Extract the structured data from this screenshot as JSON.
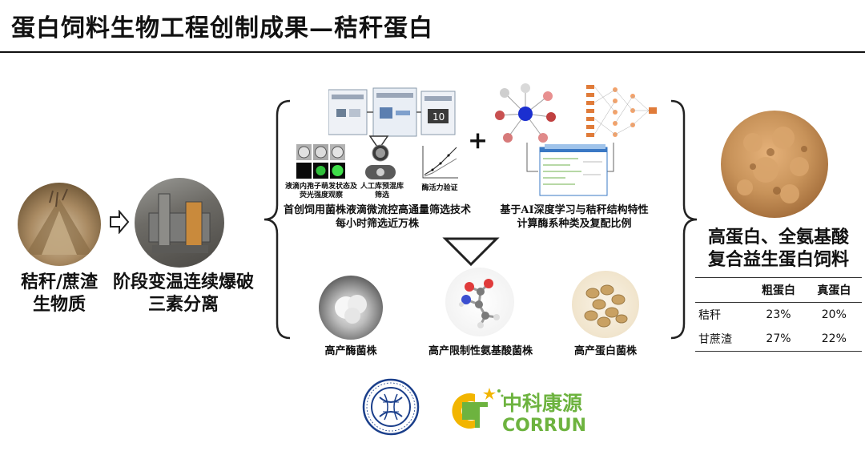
{
  "title": "蛋白饲料生物工程创制成果—秸秆蛋白",
  "left": {
    "source_label_line1": "秸秆/蔗渣",
    "source_label_line2": "生物质",
    "process_label_line1": "阶段变温连续爆破",
    "process_label_line2": "三素分离"
  },
  "screening": {
    "images": [
      {
        "caption_line1": "液滴内孢子萌发状态及",
        "caption_line2": "荧光强度观察"
      },
      {
        "caption_line1": "人工库预混库",
        "caption_line2": "筛选"
      },
      {
        "caption_line1": "酶活力验证",
        "caption_line2": ""
      }
    ],
    "desc_line1": "首创饲用菌株液滴微流控高通量筛选技术",
    "desc_line2": "每小时筛选近万株"
  },
  "plus": "+",
  "ai": {
    "desc_line1": "基于AI深度学习与秸秆结构特性",
    "desc_line2": "计算酶系种类及复配比例"
  },
  "strains": [
    {
      "label": "高产酶菌株"
    },
    {
      "label": "高产限制性氨基酸菌株"
    },
    {
      "label": "高产蛋白菌株"
    }
  ],
  "product": {
    "label_line1": "高蛋白、全氨基酸",
    "label_line2": "复合益生蛋白饲料"
  },
  "table": {
    "headers": [
      "",
      "粗蛋白",
      "真蛋白"
    ],
    "rows": [
      {
        "name": "秸秆",
        "crude": "23%",
        "true": "20%"
      },
      {
        "name": "甘蔗渣",
        "crude": "27%",
        "true": "22%"
      }
    ]
  },
  "logos": {
    "corrun_cn": "中科康源",
    "corrun_en": "CORRUN"
  },
  "colors": {
    "green": "#6db33f",
    "yellow": "#f2b500",
    "blue": "#1b3f8b",
    "straw": "#a98a62",
    "feed": "#c8935a"
  }
}
